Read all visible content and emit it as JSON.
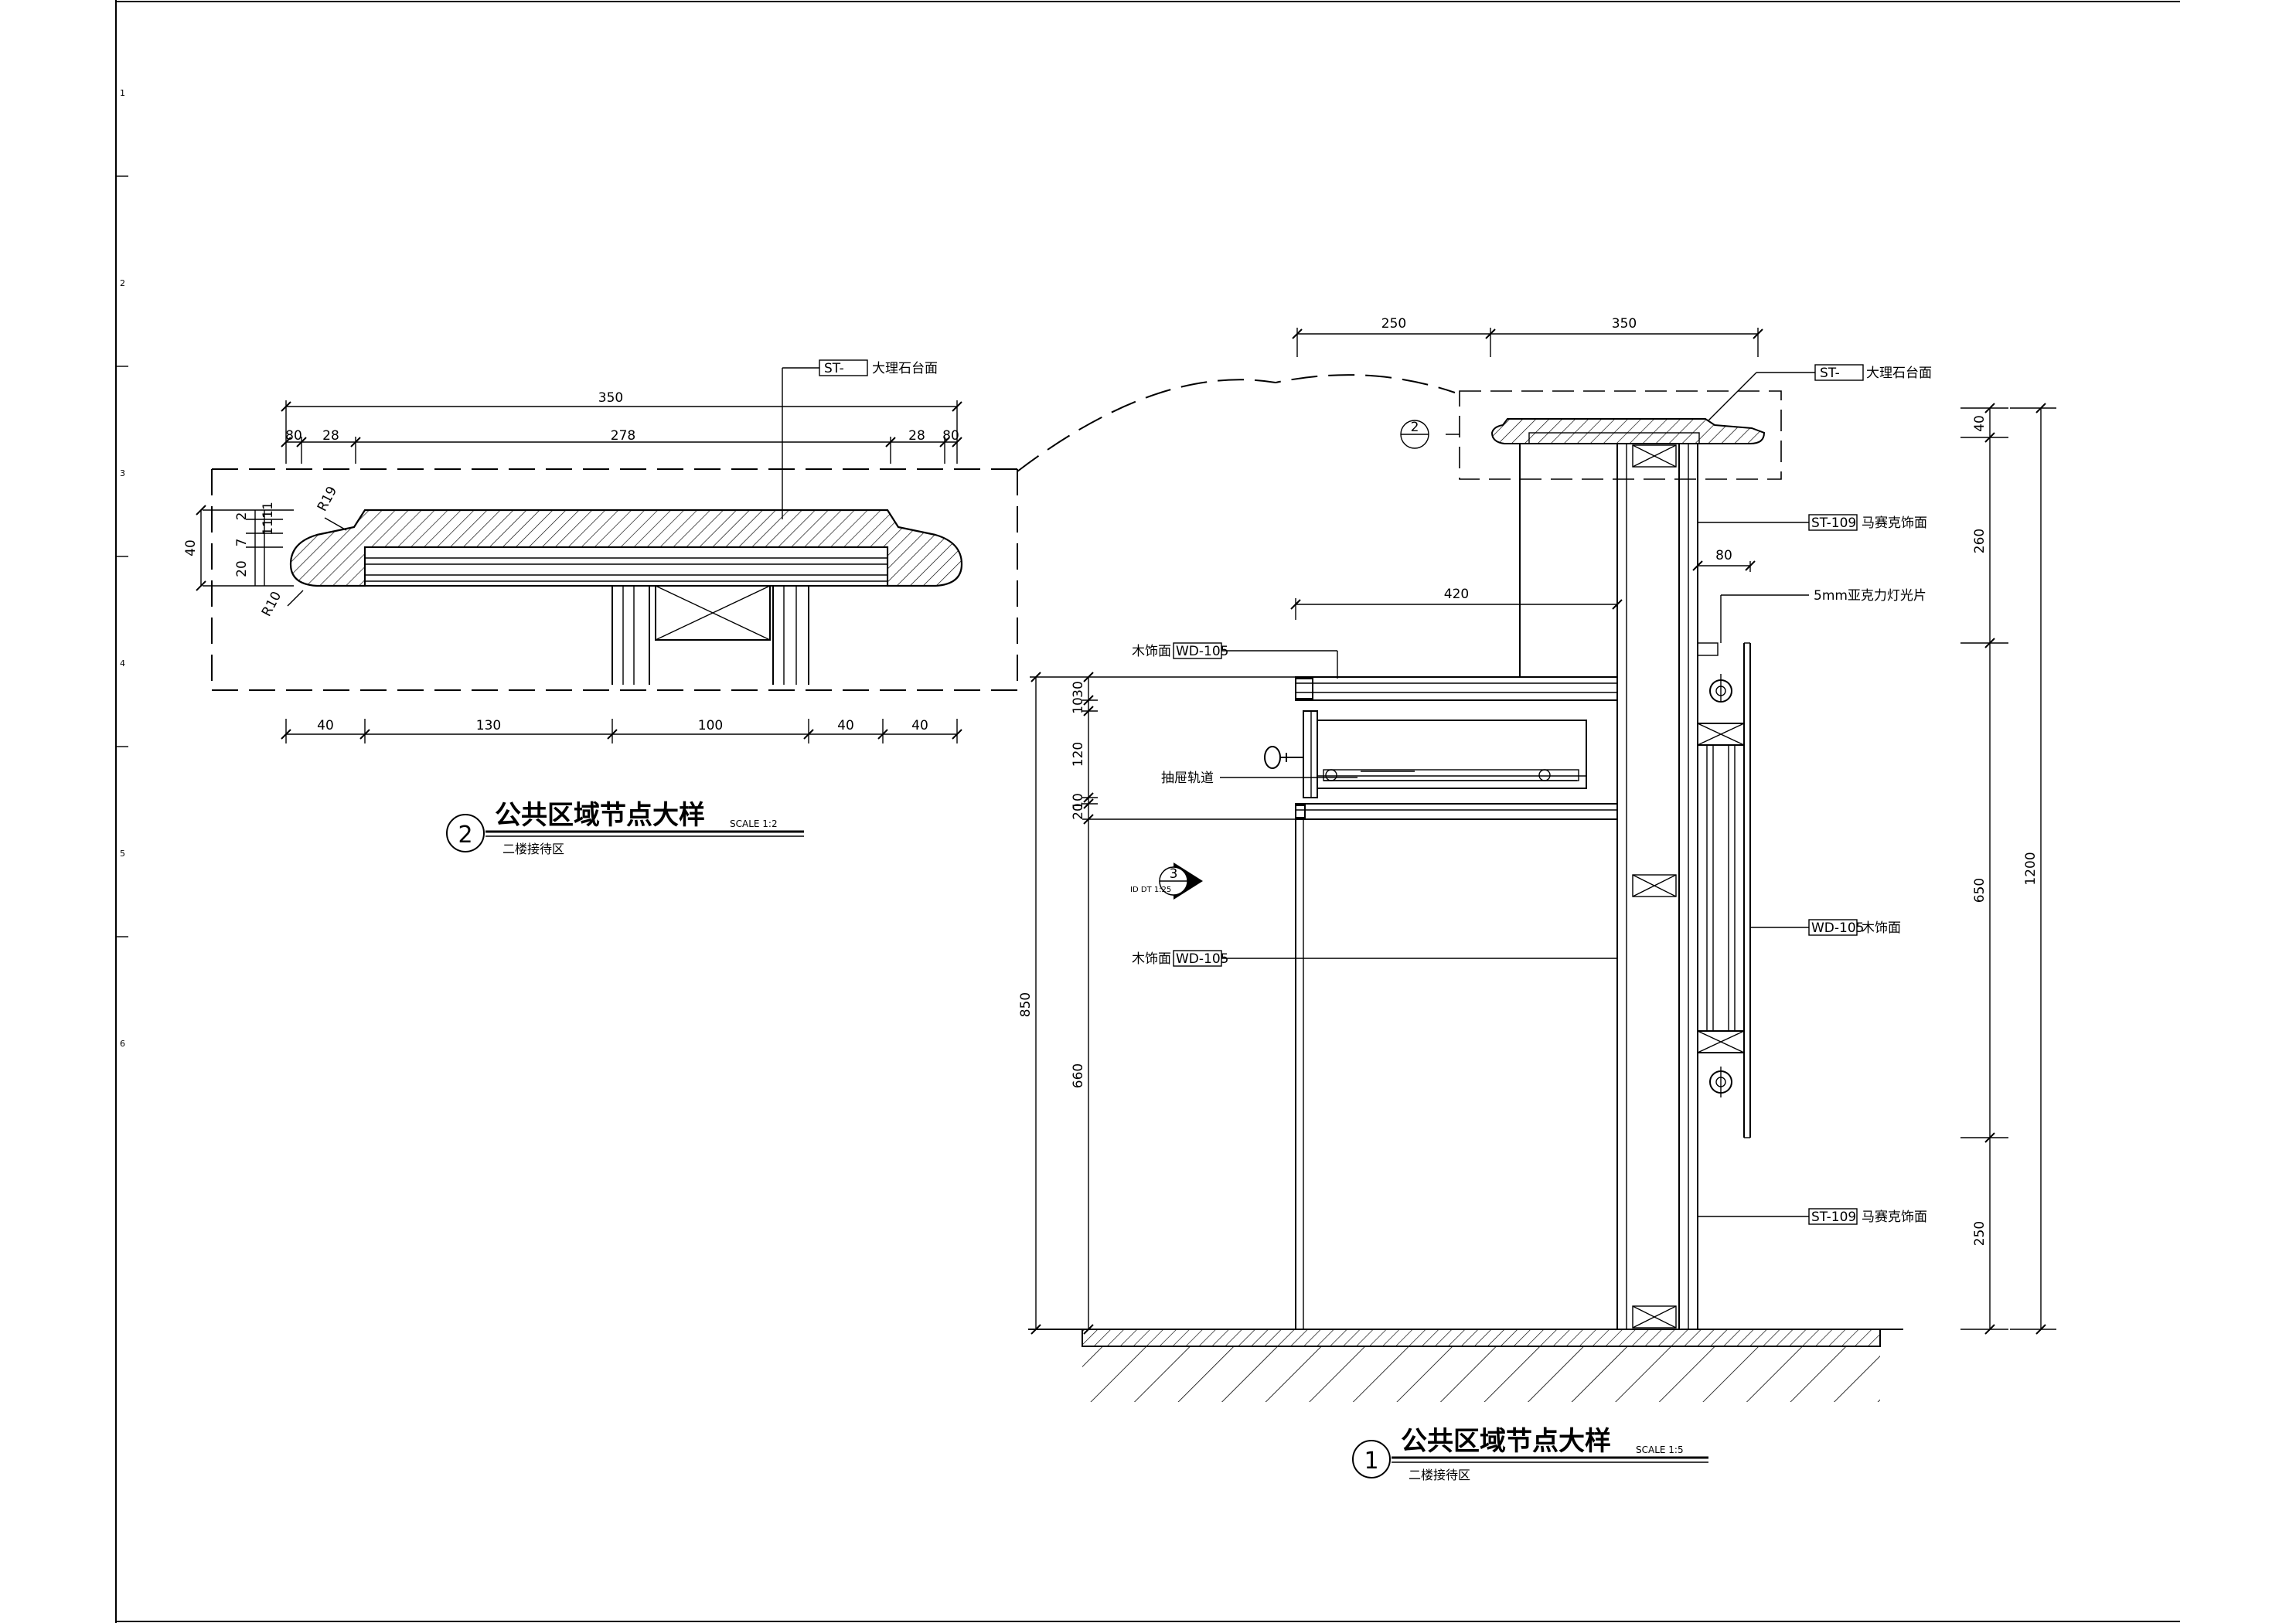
{
  "detail2": {
    "title": "公共区域节点大样",
    "number": "2",
    "scale": "SCALE 1:2",
    "subtitle": "二楼接待区",
    "tag_code": "ST-",
    "tag_text": "大理石台面",
    "dims_top": [
      "350",
      "80",
      "28",
      "278",
      "28",
      "80"
    ],
    "dims_left": [
      "40",
      "2",
      "7",
      "11",
      "20",
      "11"
    ],
    "radius_top": "R19",
    "radius_bottom": "R10",
    "dims_bottom": [
      "40",
      "130",
      "100",
      "40",
      "40"
    ]
  },
  "detail1": {
    "title": "公共区域节点大样",
    "number": "1",
    "scale": "SCALE 1:5",
    "subtitle": "二楼接待区",
    "dims_top": [
      "250",
      "350"
    ],
    "dim_420": "420",
    "dim_80": "80",
    "ref_bubble": "2",
    "section_ref": "3",
    "section_ref_text": "ID DT 1:25",
    "dims_left": [
      "30",
      "10",
      "120",
      "10",
      "20",
      "850",
      "660"
    ],
    "dims_right": [
      "40",
      "260",
      "650",
      "250",
      "1200"
    ],
    "labels": {
      "marble_code": "ST-",
      "marble_text": "大理石台面",
      "mosaic1_code": "ST-109",
      "mosaic1_text": "马赛克饰面",
      "acrylic_text": "5mm亚克力灯光片",
      "wood1_text": "木饰面",
      "wood1_code": "WD-105",
      "drawer_text": "抽屉轨道",
      "wood2_text": "木饰面",
      "wood2_code": "WD-105",
      "wood3_code": "WD-105",
      "wood3_text": "木饰面",
      "mosaic2_code": "ST-109",
      "mosaic2_text": "马赛克饰面"
    }
  },
  "margin_numbers": [
    "1",
    "2",
    "3",
    "4",
    "5",
    "6"
  ]
}
